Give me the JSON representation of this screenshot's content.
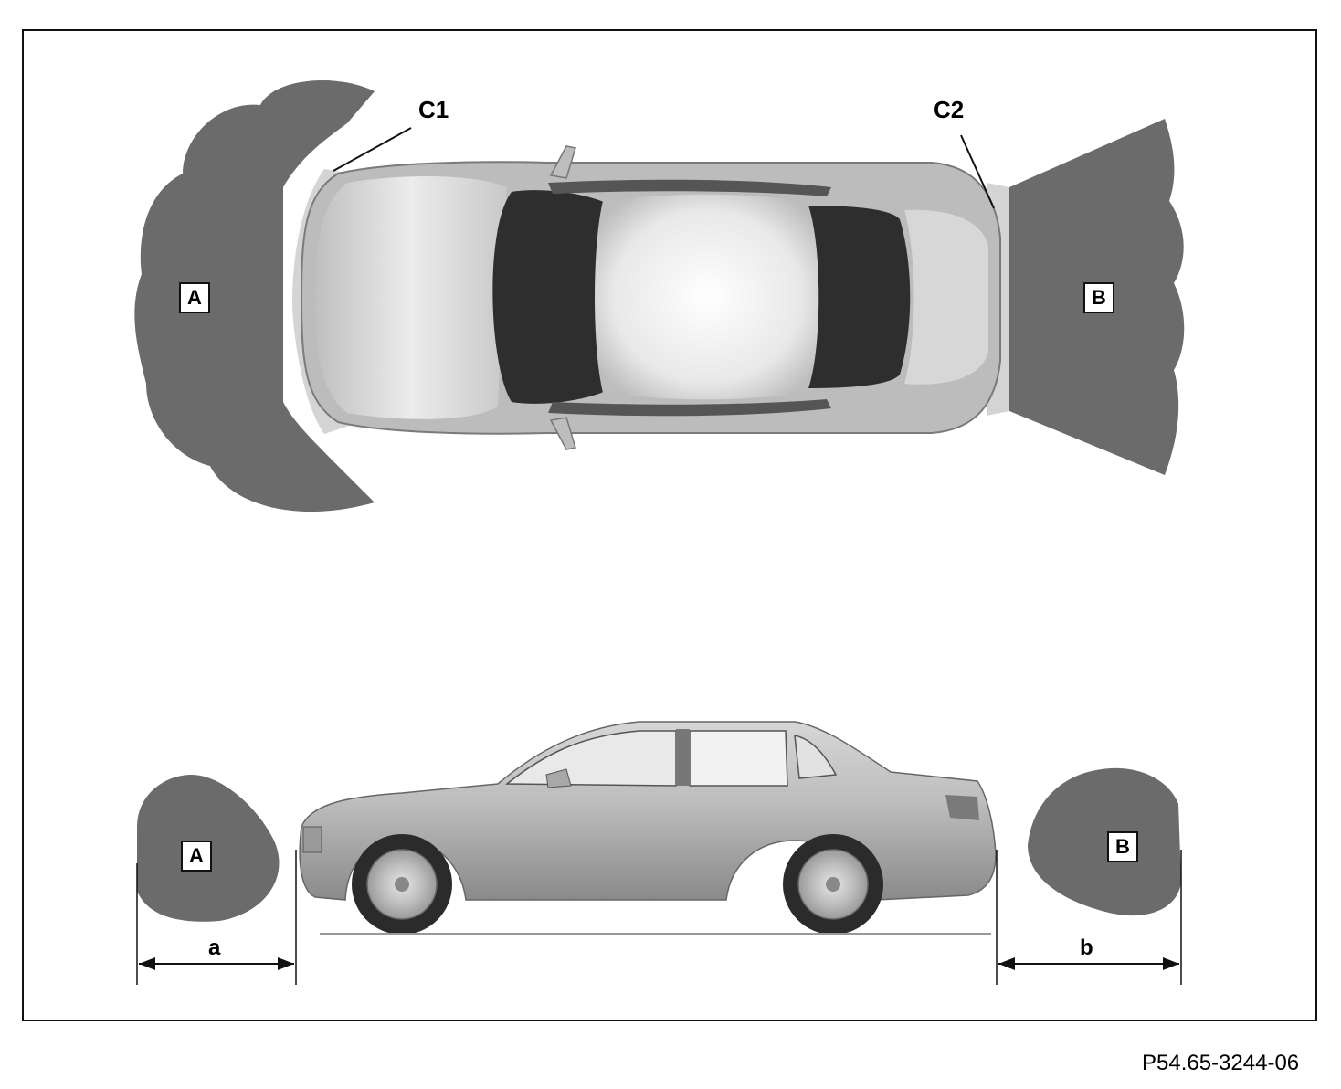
{
  "top_view": {
    "zone_front_label": "A",
    "zone_rear_label": "B",
    "sensor_front_callout": "C1",
    "sensor_rear_callout": "C2"
  },
  "side_view": {
    "zone_front_label": "A",
    "zone_rear_label": "B",
    "dimension_front_label": "a",
    "dimension_rear_label": "b"
  },
  "figure_id": "P54.65-3244-06",
  "colors": {
    "detection_zone": "#6b6b6b",
    "car_body": "#c9c9c9",
    "car_shadow": "#8f8f8f",
    "glass": "#2e2e2e",
    "outline": "#111111"
  },
  "icons": [
    "car-top-view-icon",
    "car-side-view-icon",
    "dimension-arrow-icon"
  ]
}
